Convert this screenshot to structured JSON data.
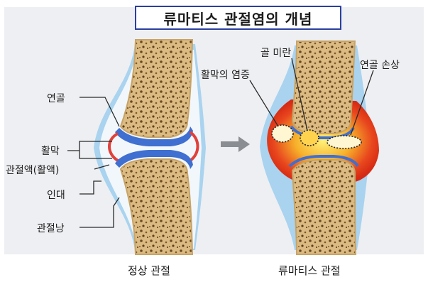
{
  "title": "류마티스 관절염의 개념",
  "labels": {
    "cartilage": "연골",
    "synovium": "활막",
    "synovial_fluid": "관절액(활액)",
    "ligament": "인대",
    "joint_capsule": "관절낭",
    "synovial_inflammation": "활막의 염증",
    "bone_erosion": "골 미란",
    "cartilage_damage": "연골 손상"
  },
  "captions": {
    "normal": "정상 관절",
    "ra": "류마티스 관절"
  },
  "colors": {
    "title_border": "#2a3fa0",
    "capsule": "#a9d3ef",
    "bone": "#d9b77e",
    "cartilage": "#3f6fd0",
    "synovium": "#e0413a",
    "inflammation": "#f5a023",
    "arrow": "#8a8d91"
  }
}
